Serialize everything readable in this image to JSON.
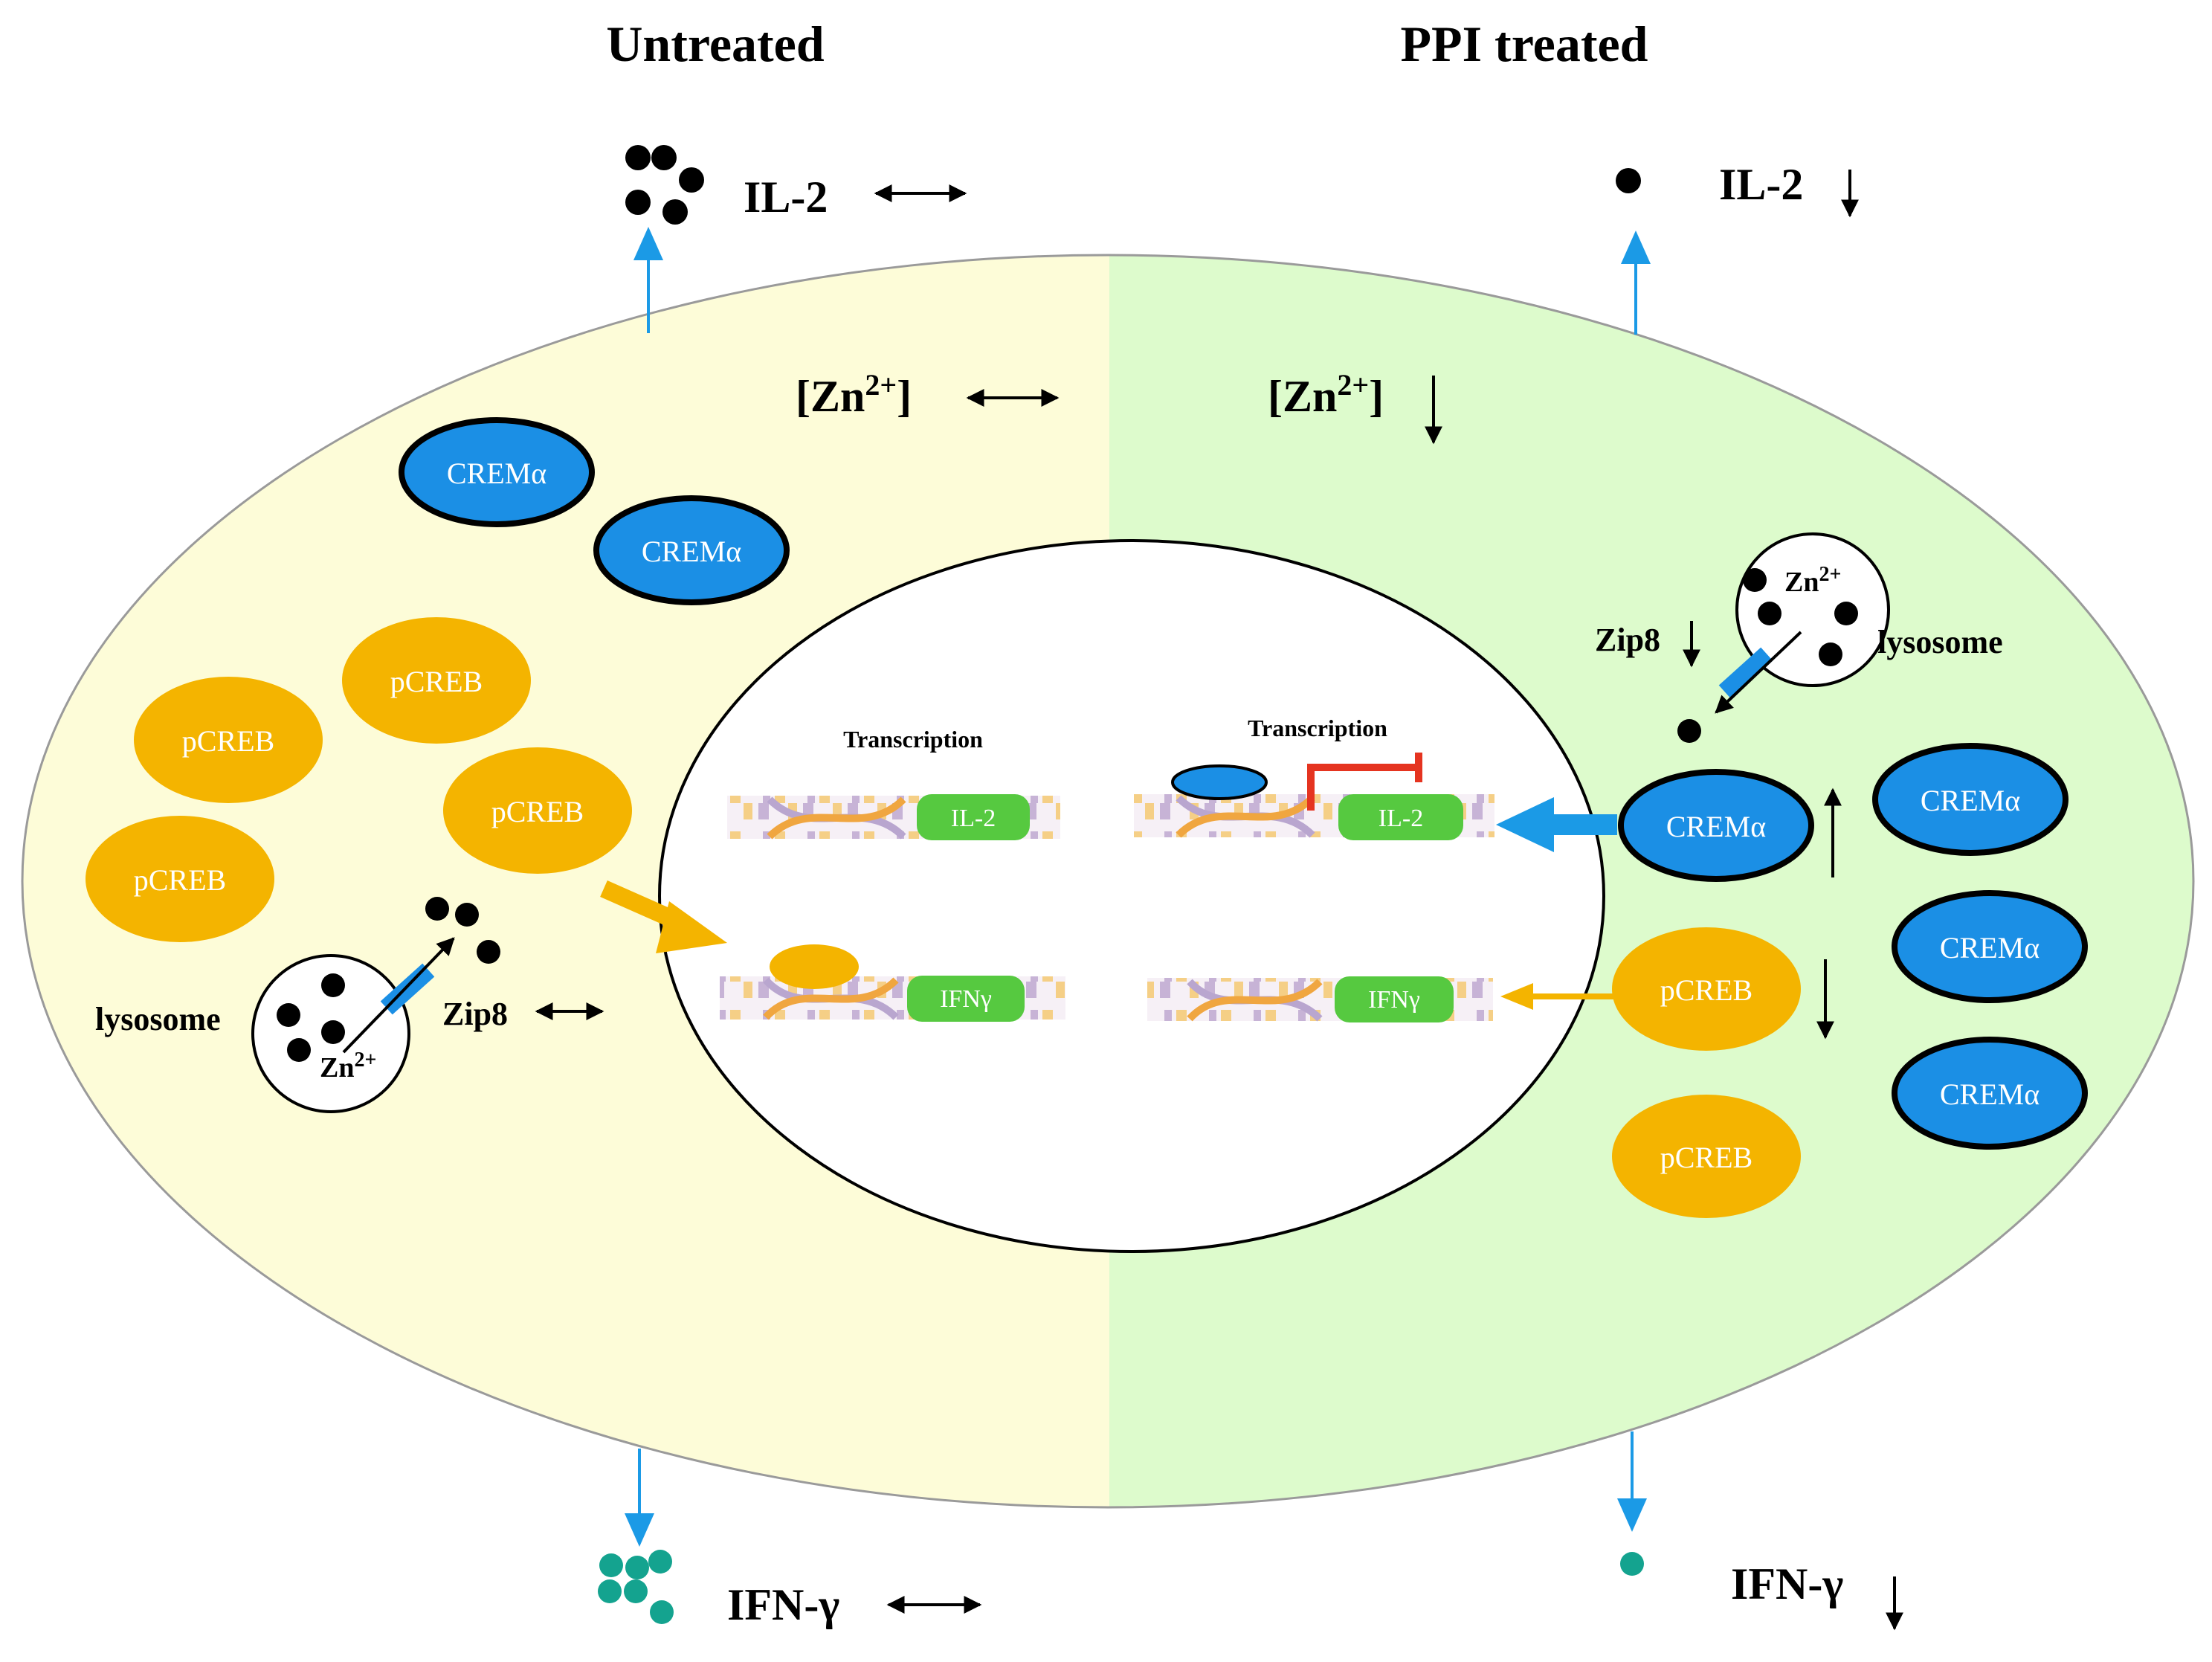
{
  "headers": {
    "left": "Untreated",
    "right": "PPI treated"
  },
  "secreted": {
    "il2_left": "IL-2",
    "il2_right": "IL-2",
    "ifng_left": "IFN-γ",
    "ifng_right": "IFN-γ"
  },
  "zinc": {
    "left_prefix": "[Zn",
    "left_sup": "2+",
    "left_suffix": "]",
    "right_prefix": "[Zn",
    "right_sup": "2+",
    "right_suffix": "]"
  },
  "lysosome": {
    "left_label": "lysosome",
    "right_label": "lysosome",
    "ion_base": "Zn",
    "ion_sup": "2+"
  },
  "transporter": {
    "left_label": "Zip8",
    "right_label": "Zip8"
  },
  "proteins": {
    "crem": "CREMα",
    "pcreb": "pCREB"
  },
  "nucleus": {
    "transcription_left": "Transcription",
    "transcription_right": "Transcription",
    "gene_il2": "IL-2",
    "gene_ifng": "IFNγ"
  },
  "indicators": {
    "unchanged": "↔",
    "decreased": "↓",
    "increased": "↑"
  },
  "colors": {
    "left_region": "#fdfcd8",
    "right_region": "#ddfbcc",
    "crem": "#1b8fe5",
    "pcreb": "#f4b400",
    "gene": "#56c940",
    "ifng_dots": "#14a38f",
    "arrow_blue": "#1b9ae6",
    "inhibit_red": "#e53420"
  }
}
